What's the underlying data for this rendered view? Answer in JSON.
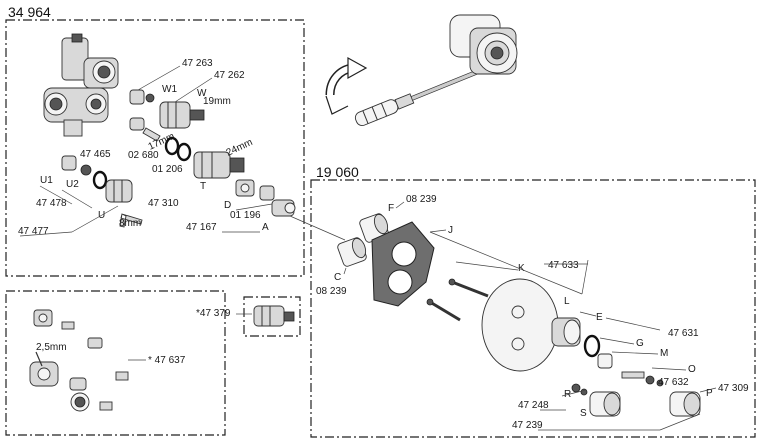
{
  "assemblies": {
    "main_body": "34 964",
    "trim_set": "19 060"
  },
  "labels": {
    "p47263": "47 263",
    "p47262": "47 262",
    "W1": "W1",
    "W": "W",
    "mm19": "19mm",
    "mm17": "17mm",
    "mm24": "24mm",
    "mm8": "8mm",
    "mm25": "2,5mm",
    "p47465": "47 465",
    "p02680": "02 680",
    "p01206": "01 206",
    "U1": "U1",
    "U2": "U2",
    "T": "T",
    "p47478": "47 478",
    "p47310": "47 310",
    "U": "U",
    "p47477": "47 477",
    "D": "D",
    "p01196": "01 196",
    "p47167": "47 167",
    "A": "A",
    "p47379": "*47 379",
    "p47637": "* 47 637",
    "F": "F",
    "p08239a": "08 239",
    "J": "J",
    "K": "K",
    "p47633": "47 633",
    "L": "L",
    "C": "C",
    "p08239b": "08 239",
    "E": "E",
    "p47631": "47 631",
    "G": "G",
    "M": "M",
    "O": "O",
    "p47632": "47 632",
    "R": "R",
    "p47248": "47 248",
    "P": "P",
    "p47309": "47 309",
    "S": "S",
    "p47239": "47 239"
  }
}
